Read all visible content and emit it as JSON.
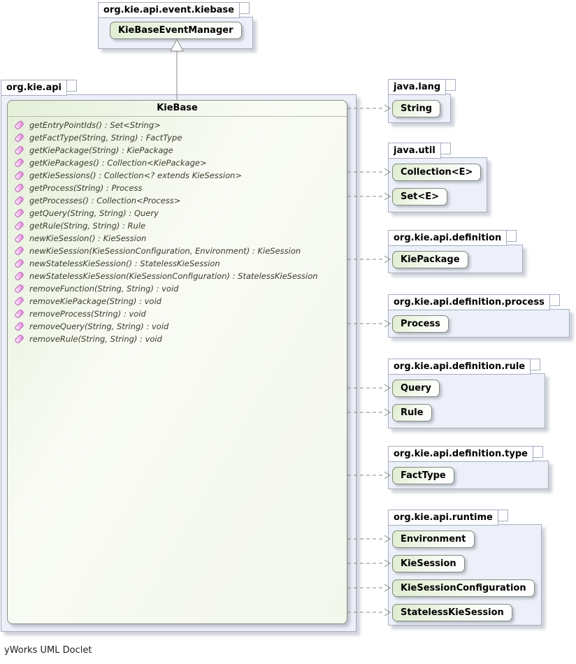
{
  "top_package": {
    "name": "org.kie.api.event.kiebase",
    "classes": [
      "KieBaseEventManager"
    ]
  },
  "main_package": {
    "name": "org.kie.api",
    "class": {
      "name": "KieBase",
      "methods": [
        "getEntryPointIds() : Set<String>",
        "getFactType(String, String) : FactType",
        "getKiePackage(String) : KiePackage",
        "getKiePackages() : Collection<KiePackage>",
        "getKieSessions() : Collection<? extends KieSession>",
        "getProcess(String) : Process",
        "getProcesses() : Collection<Process>",
        "getQuery(String, String) : Query",
        "getRule(String, String) : Rule",
        "newKieSession() : KieSession",
        "newKieSession(KieSessionConfiguration, Environment) : KieSession",
        "newStatelessKieSession() : StatelessKieSession",
        "newStatelessKieSession(KieSessionConfiguration) : StatelessKieSession",
        "removeFunction(String, String) : void",
        "removeKiePackage(String) : void",
        "removeProcess(String) : void",
        "removeQuery(String, String) : void",
        "removeRule(String, String) : void"
      ]
    }
  },
  "right_packages": [
    {
      "name": "java.lang",
      "classes": [
        "String"
      ]
    },
    {
      "name": "java.util",
      "classes": [
        "Collection<E>",
        "Set<E>"
      ]
    },
    {
      "name": "org.kie.api.definition",
      "classes": [
        "KiePackage"
      ]
    },
    {
      "name": "org.kie.api.definition.process",
      "classes": [
        "Process"
      ]
    },
    {
      "name": "org.kie.api.definition.rule",
      "classes": [
        "Query",
        "Rule"
      ]
    },
    {
      "name": "org.kie.api.definition.type",
      "classes": [
        "FactType"
      ]
    },
    {
      "name": "org.kie.api.runtime",
      "classes": [
        "Environment",
        "KieSession",
        "KieSessionConfiguration",
        "StatelessKieSession"
      ]
    }
  ],
  "edges": {
    "inheritance": "KieBase implements KieBaseEventManager",
    "dependency_count": 12
  },
  "colors": {
    "package_fill": "#edf0f9",
    "package_border": "#a6adbf",
    "class_fill_green": "#dfeccf",
    "class_border": "#7f8a7f",
    "method_icon_pink": "#ea8ce2",
    "edge_gray": "#8a8a8a"
  },
  "footer": {
    "credit": "yWorks UML Doclet"
  }
}
